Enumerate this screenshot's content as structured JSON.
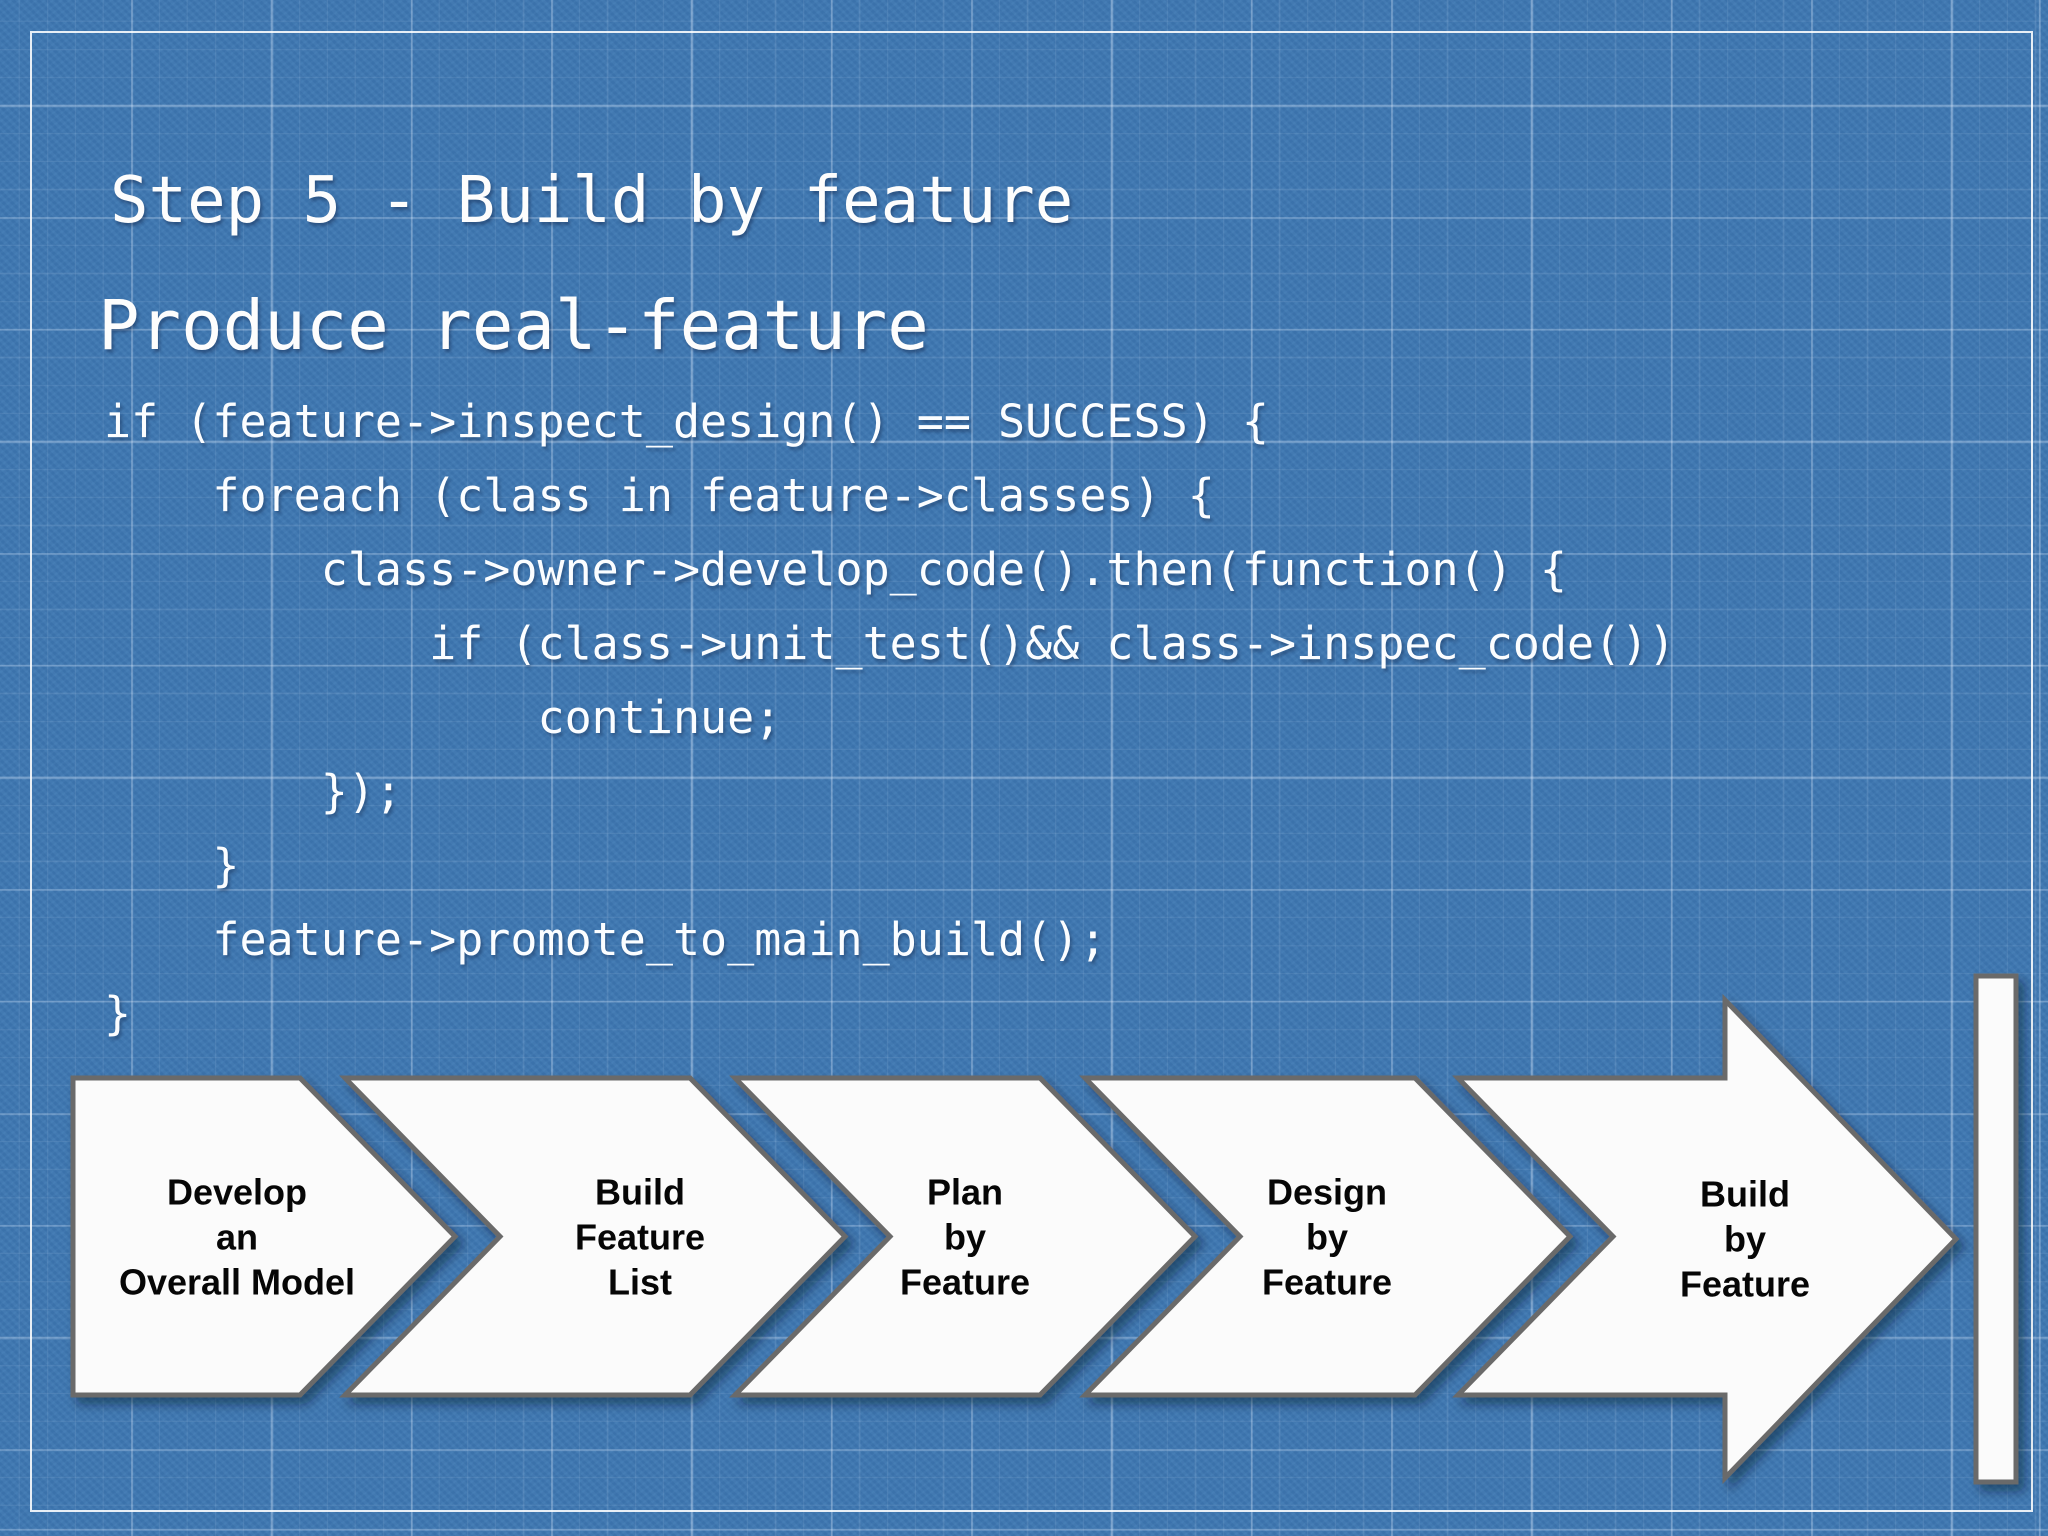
{
  "slide": {
    "title": "Step 5 - Build by feature",
    "subtitle": "Produce real-feature"
  },
  "code": {
    "lines": [
      "if (feature->inspect_design() == SUCCESS) {",
      "    foreach (class in feature->classes) {",
      "        class->owner->develop_code().then(function() {",
      "            if (class->unit_test()&& class->inspec_code())",
      "                continue;",
      "        });",
      "    }",
      "    feature->promote_to_main_build();",
      "}"
    ]
  },
  "process": {
    "steps": [
      {
        "name": "develop-an-overall-model",
        "lines": [
          "Develop",
          "an",
          "Overall Model"
        ]
      },
      {
        "name": "build-feature-list",
        "lines": [
          "Build",
          "Feature",
          "List"
        ]
      },
      {
        "name": "plan-by-feature",
        "lines": [
          "Plan",
          "by",
          "Feature"
        ]
      },
      {
        "name": "design-by-feature",
        "lines": [
          "Design",
          "by",
          "Feature"
        ]
      },
      {
        "name": "build-by-feature",
        "lines": [
          "Build",
          "by",
          "Feature"
        ]
      }
    ]
  },
  "colors": {
    "background": "#3E78B2",
    "grid_line": "#D7E8FC",
    "frame": "#FFFFFF",
    "shape_fill": "#FBFBFB",
    "shape_border": "#6A6A6A",
    "title_text": "#FDFDFD",
    "code_text": "#FBFDFF",
    "step_label_text": "#060606"
  }
}
